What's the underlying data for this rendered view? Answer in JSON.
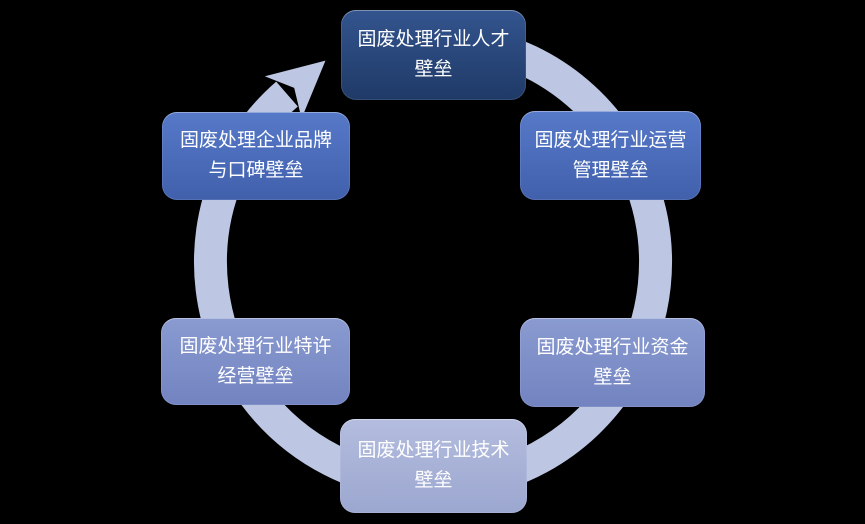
{
  "background_color": "#000000",
  "diagram": {
    "type": "cycle",
    "direction": "clockwise",
    "ring_color": "#bdc7e3",
    "text_color": "#ffffff",
    "nodes": [
      {
        "id": "talent-barrier",
        "position": "top",
        "label": "固废处理行业人才壁垒",
        "line1": "固废处理行业人才",
        "line2": "壁垒",
        "color_top": "#33548e",
        "color_bottom": "#1f3a67"
      },
      {
        "id": "operations-management-barrier",
        "position": "upper-right",
        "label": "固废处理行业运营管理壁垒",
        "line1": "固废处理行业运营",
        "line2": "管理壁垒",
        "color_top": "#5679c8",
        "color_bottom": "#4160ac"
      },
      {
        "id": "capital-barrier",
        "position": "lower-right",
        "label": "固废处理行业资金壁垒",
        "line1": "固废处理行业资金",
        "line2": "壁垒",
        "color_top": "#8a9bd1",
        "color_bottom": "#7283c0"
      },
      {
        "id": "technology-barrier",
        "position": "bottom",
        "label": "固废处理行业技术壁垒",
        "line1": "固废处理行业技术",
        "line2": "壁垒",
        "color_top": "#b4bdde",
        "color_bottom": "#9ca7d0"
      },
      {
        "id": "franchise-barrier",
        "position": "lower-left",
        "label": "固废处理行业特许经营壁垒",
        "line1": "固废处理行业特许",
        "line2": "经营壁垒",
        "color_top": "#8a9bd1",
        "color_bottom": "#7283c0"
      },
      {
        "id": "brand-reputation-barrier",
        "position": "upper-left",
        "label": "固废处理企业品牌与口碑壁垒",
        "line1": "固废处理企业品牌",
        "line2": "与口碑壁垒",
        "color_top": "#5679c8",
        "color_bottom": "#4160ac"
      }
    ]
  }
}
